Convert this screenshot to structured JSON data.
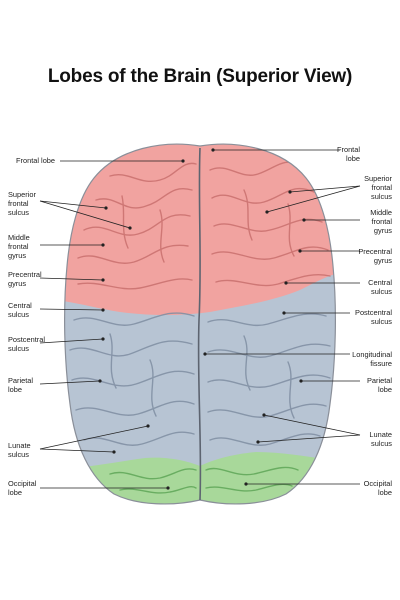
{
  "title": "Lobes of the Brain (Superior View)",
  "colors": {
    "frontal": "#f1a3a0",
    "parietal": "#b7c4d3",
    "occipital": "#a8d89a",
    "leader": "#222222"
  },
  "labels": {
    "frontal_lobe_left": "Frontal lobe",
    "superior_frontal_sulcus_left": "Superior\nfrontal\nsulcus",
    "middle_frontal_gyrus_left": "Middle\nfrontal\ngyrus",
    "precentral_gyrus_left": "Precentral\ngyrus",
    "central_sulcus_left": "Central\nsulcus",
    "postcentral_sulcus_left": "Postcentral\nsulcus",
    "parietal_lobe_left": "Parietal\nlobe",
    "lunate_sulcus_left": "Lunate\nsulcus",
    "occipital_lobe_left": "Occipital\nlobe",
    "frontal_lobe_right": "Frontal\nlobe",
    "superior_frontal_sulcus_right": "Superior\nfrontal\nsulcus",
    "middle_frontal_gyrus_right": "Middle\nfrontal\ngyrus",
    "precentral_gyrus_right": "Precentral\ngyrus",
    "central_sulcus_right": "Central\nsulcus",
    "postcentral_sulcus_right": "Postcentral\nsulcus",
    "longitudinal_fissure": "Longitudinal\nfissure",
    "parietal_lobe_right": "Parietal\nlobe",
    "lunate_sulcus_right": "Lunate\nsulcus",
    "occipital_lobe_right": "Occipital\nlobe"
  }
}
